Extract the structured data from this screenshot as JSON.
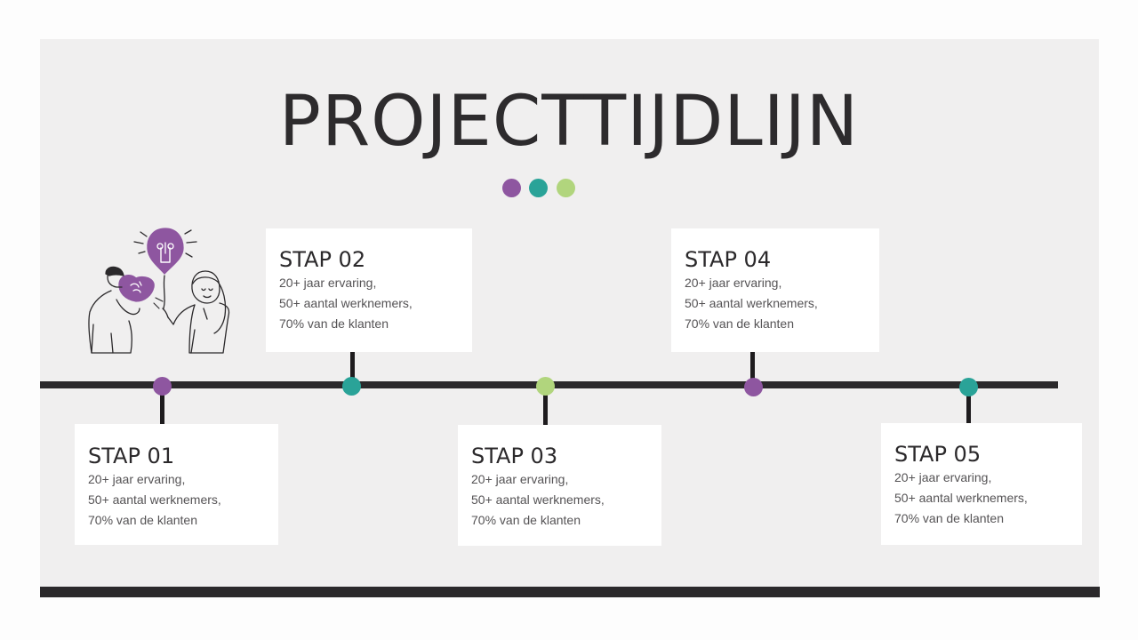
{
  "title": "PROJECTTIJDLIJN",
  "colors": {
    "purple": "#8e56a0",
    "teal": "#2aa398",
    "green": "#b1d57d",
    "dark": "#2b292b",
    "background": "#f0efef",
    "card": "#ffffff"
  },
  "steps": [
    {
      "heading": "STAP 01",
      "line1": "20+ jaar ervaring,",
      "line2": "50+ aantal werknemers,",
      "line3": "70% van de klanten",
      "node_color": "purple"
    },
    {
      "heading": "STAP 02",
      "line1": "20+ jaar ervaring,",
      "line2": "50+ aantal werknemers,",
      "line3": "70% van de klanten",
      "node_color": "teal"
    },
    {
      "heading": "STAP 03",
      "line1": "20+ jaar ervaring,",
      "line2": "50+ aantal werknemers,",
      "line3": "70% van de klanten",
      "node_color": "green"
    },
    {
      "heading": "STAP 04",
      "line1": "20+ jaar ervaring,",
      "line2": "50+ aantal werknemers,",
      "line3": "70% van de klanten",
      "node_color": "purple"
    },
    {
      "heading": "STAP 05",
      "line1": "20+ jaar ervaring,",
      "line2": "50+ aantal werknemers,",
      "line3": "70% van de klanten",
      "node_color": "teal"
    }
  ],
  "illustration": {
    "icon": "people-with-lightbulb-balloons-icon"
  }
}
